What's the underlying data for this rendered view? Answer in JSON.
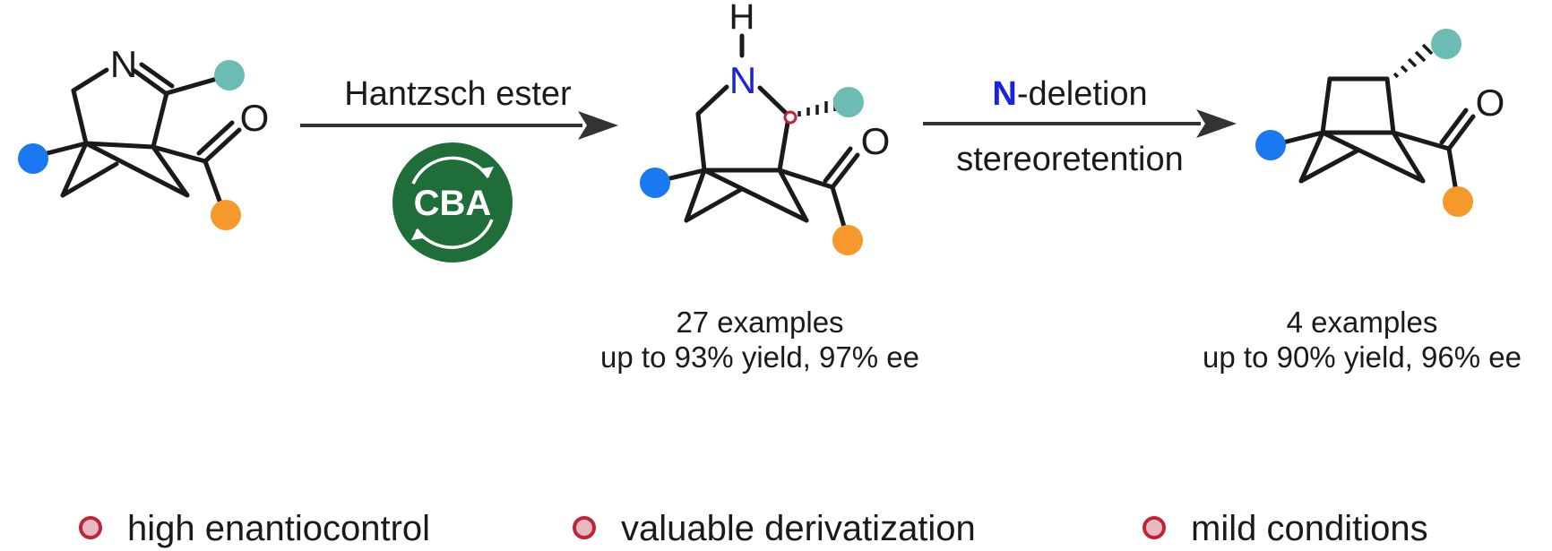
{
  "reactant": {
    "atom_N": "N",
    "atom_O": "O"
  },
  "arrow1": {
    "reagent": "Hantzsch ester",
    "catalyst_label": "CBA"
  },
  "product1": {
    "atom_H": "H",
    "atom_N": "N",
    "atom_O": "O",
    "examples": "27 examples",
    "result": "up to 93% yield, 97% ee"
  },
  "arrow2": {
    "highlight": "N",
    "label_rest": "-deletion",
    "label2": "stereoretention"
  },
  "product2": {
    "atom_O": "O",
    "examples": "4 examples",
    "result": "up to 90% yield, 96% ee"
  },
  "features": [
    "high enantiocontrol",
    "valuable derivatization",
    "mild conditions"
  ],
  "colors": {
    "blue_substituent": "#1a78f0",
    "teal_substituent": "#6bbdb3",
    "orange_substituent": "#f59a2a",
    "nitrogen_highlight": "#1a23d8",
    "catalyst_green": "#1f6e3a",
    "bullet_red": "#c0243a",
    "bullet_fill": "#e8b9bf"
  }
}
